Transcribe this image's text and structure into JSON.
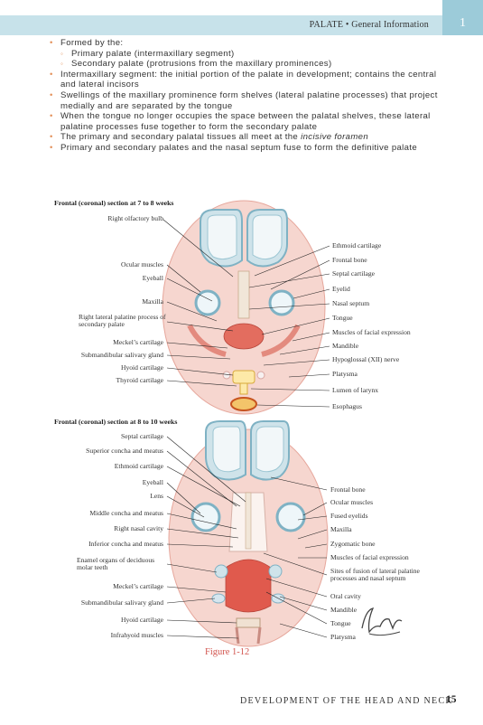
{
  "header": {
    "running_title": "PALATE • General Information",
    "chapter_number": "1"
  },
  "bullets": [
    {
      "text": "Formed by the:",
      "level": 0
    },
    {
      "text": "Primary palate (intermaxillary segment)",
      "level": 1
    },
    {
      "text": "Secondary palate (protrusions from the maxillary prominences)",
      "level": 1
    },
    {
      "text": "Intermaxillary segment: the initial portion of the palate in development; contains the central and lateral incisors",
      "level": 0
    },
    {
      "text": "Swellings of the maxillary prominence form shelves (lateral palatine processes) that project medially and are separated by the tongue",
      "level": 0
    },
    {
      "text": "When the tongue no longer occupies the space between the palatal shelves, these lateral palatine processes fuse together to form the secondary palate",
      "level": 0
    },
    {
      "text": "The primary and secondary palatal tissues all meet at the ",
      "italic": "incisive foramen",
      "level": 0
    },
    {
      "text": "Primary and secondary palates and the nasal septum fuse to form the definitive palate",
      "level": 0
    }
  ],
  "figure_top": {
    "title": "Frontal (coronal) section at 7 to 8 weeks",
    "left_labels": [
      "Right olfactory bulb",
      "Ocular muscles",
      "Eyeball",
      "Maxilla",
      "Right lateral palatine process of secondary palate",
      "Meckel’s cartilage",
      "Submandibular salivary gland",
      "Hyoid cartilage",
      "Thyroid cartilage"
    ],
    "right_labels": [
      "Ethmoid cartilage",
      "Frontal bone",
      "Septal cartilage",
      "Eyelid",
      "Nasal septum",
      "Tongue",
      "Muscles of facial expression",
      "Mandible",
      "Hypoglossal (XII) nerve",
      "Platysma",
      "Lumen of larynx",
      "Esophagus"
    ]
  },
  "figure_bottom": {
    "title": "Frontal (coronal) section at 8 to 10 weeks",
    "left_labels": [
      "Septal cartilage",
      "Superior concha and meatus",
      "Ethmoid cartilage",
      "Eyeball",
      "Lens",
      "Middle concha and meatus",
      "Right nasal cavity",
      "Inferior concha and meatus",
      "Enamel organs of deciduous molar teeth",
      "Meckel’s cartilage",
      "Submandibular salivary gland",
      "Hyoid cartilage",
      "Infrahyoid muscles"
    ],
    "right_labels": [
      "Frontal bone",
      "Ocular muscles",
      "Fused eyelids",
      "Maxilla",
      "Zygomatic bone",
      "Muscles of facial expression",
      "Sites of fusion of lateral palatine processes and nasal septum",
      "Oral cavity",
      "Mandible",
      "Tongue",
      "Platysma"
    ]
  },
  "figure_number": "Figure 1-12",
  "footer": {
    "book_section": "DEVELOPMENT OF THE HEAD AND NECK",
    "page_number": "15"
  },
  "colors": {
    "header_band": "#c7e2ea",
    "chapter_tab": "#9ccbd9",
    "bullet": "#e3925c",
    "figure_caption": "#d2554f",
    "tissue_pink": "#f3c9c0",
    "brain_blue": "#cfe3ea",
    "muscle_red": "#d9534a"
  }
}
